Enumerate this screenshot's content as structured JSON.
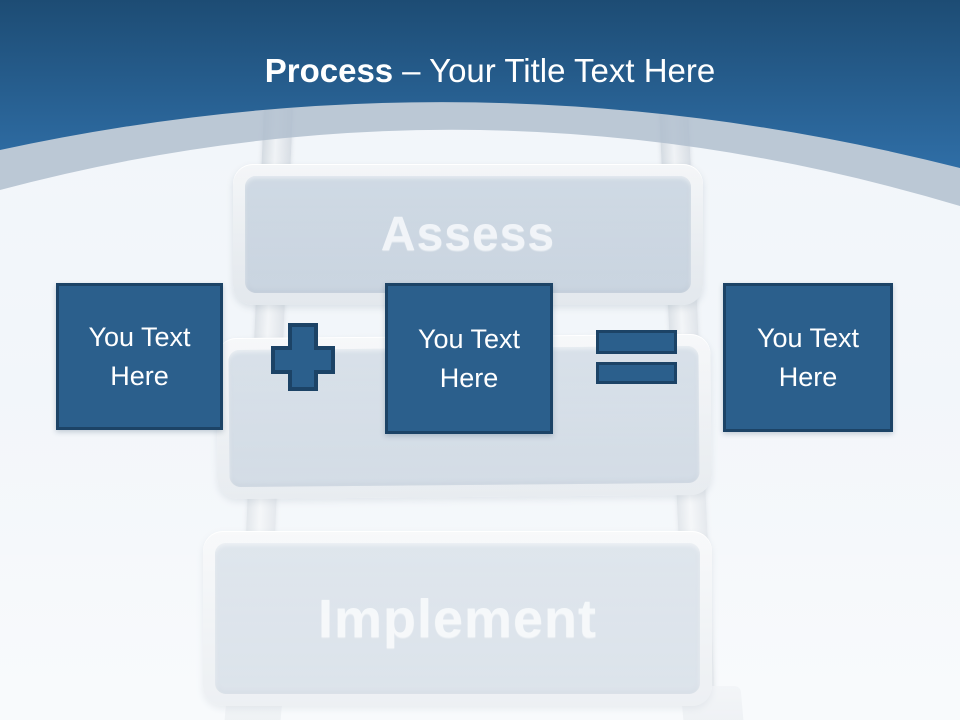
{
  "title": {
    "emphasis": "Process",
    "rest": "– Your Title Text Here"
  },
  "ladder": {
    "steps": [
      {
        "label": "Assess"
      },
      {
        "label": ""
      },
      {
        "label": "Implement"
      }
    ]
  },
  "equation": {
    "boxes": [
      {
        "line1": "You Text",
        "line2": "Here"
      },
      {
        "line1": "You Text",
        "line2": "Here"
      },
      {
        "line1": "You Text",
        "line2": "Here"
      }
    ],
    "operators": [
      {
        "icon": "plus-icon"
      },
      {
        "icon": "equals-icon"
      }
    ]
  },
  "colors": {
    "header_top": "#1d4c74",
    "header_bottom": "#2f6ea6",
    "swoosh": "#aebdcd",
    "bg_top": "#f5f8fb",
    "bg_bottom": "#eef3f8",
    "board_face_hi": "#cdd8e3",
    "board_face_lo": "#bfccda",
    "board_text": "#eff3f7",
    "box_fill": "#2b5f8c",
    "box_border": "#1c4366",
    "box_text": "#ffffff"
  }
}
